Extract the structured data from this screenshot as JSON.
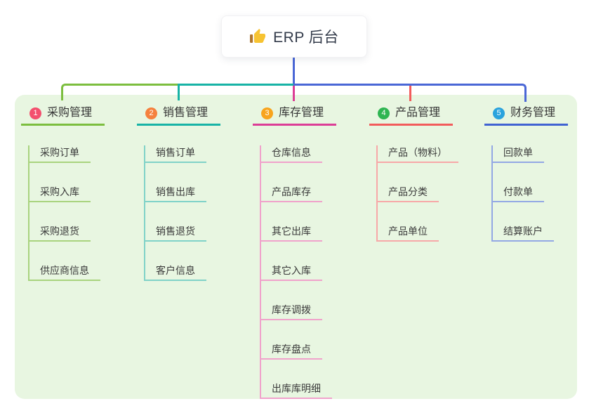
{
  "root": {
    "icon": "thumbs-up-icon",
    "label": "ERP 后台"
  },
  "colors": {
    "panel_bg": "#e8f6e1",
    "root_connector": "#4a67d6",
    "text": "#363636",
    "thumb_hand": "#f7c331",
    "thumb_cuff": "#b0752c"
  },
  "branches": [
    {
      "num": "1",
      "label": "采购管理",
      "badge_color": "#f3506e",
      "line_color": "#7cbe3f",
      "child_line_color": "#a9d37e",
      "children": [
        "采购订单",
        "采购入库",
        "采购退货",
        "供应商信息"
      ]
    },
    {
      "num": "2",
      "label": "销售管理",
      "badge_color": "#f5813e",
      "line_color": "#17b3a6",
      "child_line_color": "#80d2c8",
      "children": [
        "销售订单",
        "销售出库",
        "销售退货",
        "客户信息"
      ]
    },
    {
      "num": "3",
      "label": "库存管理",
      "badge_color": "#f8a41d",
      "line_color": "#dc3d96",
      "child_line_color": "#f0a2cb",
      "children": [
        "仓库信息",
        "产品库存",
        "其它出库",
        "其它入库",
        "库存调拨",
        "库存盘点",
        "出库库明细"
      ]
    },
    {
      "num": "4",
      "label": "产品管理",
      "badge_color": "#2fb552",
      "line_color": "#f25b5b",
      "child_line_color": "#f7a8a8",
      "children": [
        "产品（物料）",
        "产品分类",
        "产品单位"
      ]
    },
    {
      "num": "5",
      "label": "财务管理",
      "badge_color": "#2aa3dd",
      "line_color": "#4062d2",
      "child_line_color": "#93a8e4",
      "children": [
        "回款单",
        "付款单",
        "结算账户"
      ]
    }
  ]
}
